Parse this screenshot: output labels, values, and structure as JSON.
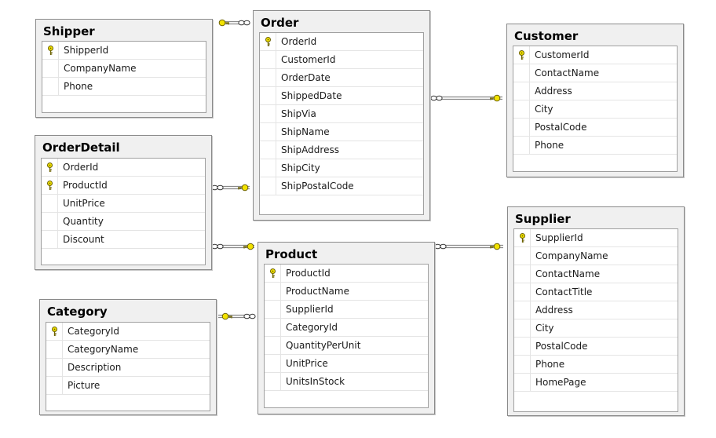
{
  "tables": {
    "shipper": {
      "title": "Shipper",
      "fields": [
        "ShipperId",
        "CompanyName",
        "Phone"
      ],
      "keys": [
        true,
        false,
        false
      ]
    },
    "order": {
      "title": "Order",
      "fields": [
        "OrderId",
        "CustomerId",
        "OrderDate",
        "ShippedDate",
        "ShipVia",
        "ShipName",
        "ShipAddress",
        "ShipCity",
        "ShipPostalCode"
      ],
      "keys": [
        true,
        false,
        false,
        false,
        false,
        false,
        false,
        false,
        false
      ]
    },
    "customer": {
      "title": "Customer",
      "fields": [
        "CustomerId",
        "ContactName",
        "Address",
        "City",
        "PostalCode",
        "Phone"
      ],
      "keys": [
        true,
        false,
        false,
        false,
        false,
        false
      ]
    },
    "orderdetail": {
      "title": "OrderDetail",
      "fields": [
        "OrderId",
        "ProductId",
        "UnitPrice",
        "Quantity",
        "Discount"
      ],
      "keys": [
        true,
        true,
        false,
        false,
        false
      ]
    },
    "product": {
      "title": "Product",
      "fields": [
        "ProductId",
        "ProductName",
        "SupplierId",
        "CategoryId",
        "QuantityPerUnit",
        "UnitPrice",
        "UnitsInStock"
      ],
      "keys": [
        true,
        false,
        false,
        false,
        false,
        false,
        false
      ]
    },
    "supplier": {
      "title": "Supplier",
      "fields": [
        "SupplierId",
        "CompanyName",
        "ContactName",
        "ContactTitle",
        "Address",
        "City",
        "PostalCode",
        "Phone",
        "HomePage"
      ],
      "keys": [
        true,
        false,
        false,
        false,
        false,
        false,
        false,
        false,
        false
      ]
    },
    "category": {
      "title": "Category",
      "fields": [
        "CategoryId",
        "CategoryName",
        "Description",
        "Picture"
      ],
      "keys": [
        true,
        false,
        false,
        false
      ]
    }
  },
  "relationships": [
    {
      "from": "order",
      "to": "shipper"
    },
    {
      "from": "order",
      "to": "customer"
    },
    {
      "from": "orderdetail",
      "to": "order"
    },
    {
      "from": "orderdetail",
      "to": "product"
    },
    {
      "from": "product",
      "to": "supplier"
    },
    {
      "from": "product",
      "to": "category"
    }
  ],
  "colors": {
    "key_icon": "#f2e200",
    "connector": "#8a8a8a",
    "table_bg": "#f0f0f0"
  }
}
